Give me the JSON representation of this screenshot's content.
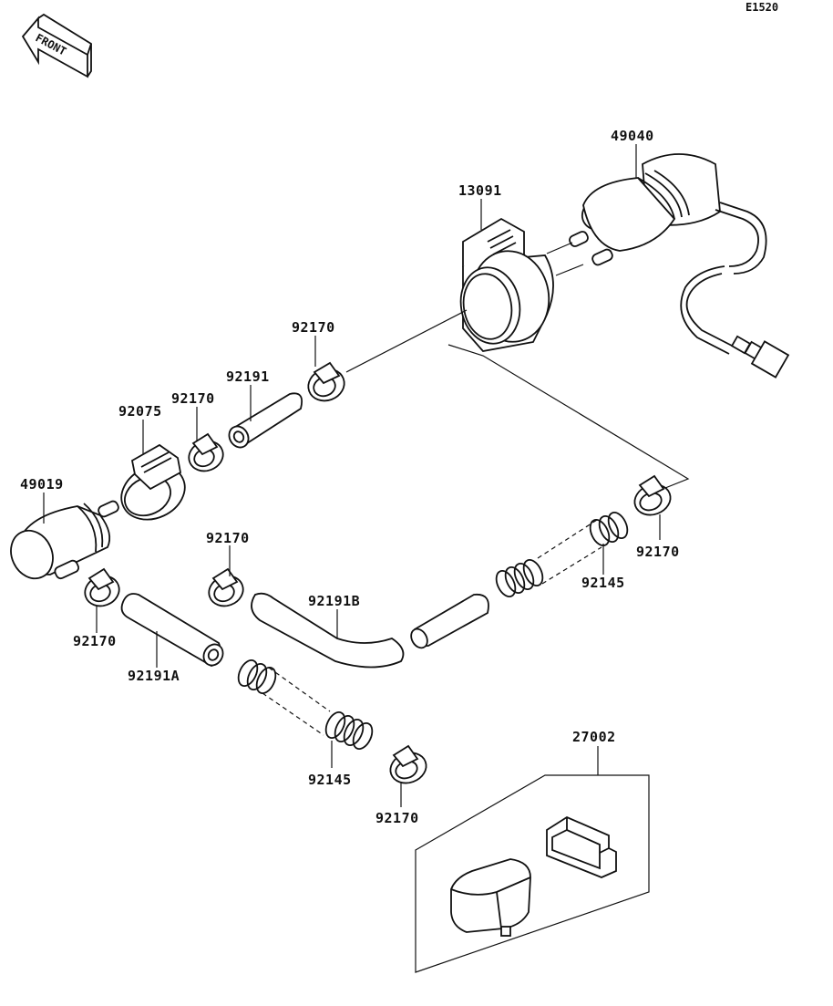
{
  "diagram_code": "E1520",
  "front_label": "FRONT",
  "parts": {
    "fuel_pump": "49040",
    "pump_bracket": "13091",
    "clamp_upper": "92170",
    "hose_short": "92191",
    "clamp_mid": "92170",
    "filter_bracket": "92075",
    "fuel_filter": "49019",
    "clamp_filter": "92170",
    "hose_a": "92191A",
    "clamp_left": "92170",
    "hose_b": "92191B",
    "clamp_right": "92170",
    "spring_right": "92145",
    "spring_lower": "92145",
    "clamp_bottom": "92170",
    "relay_kit": "27002"
  }
}
